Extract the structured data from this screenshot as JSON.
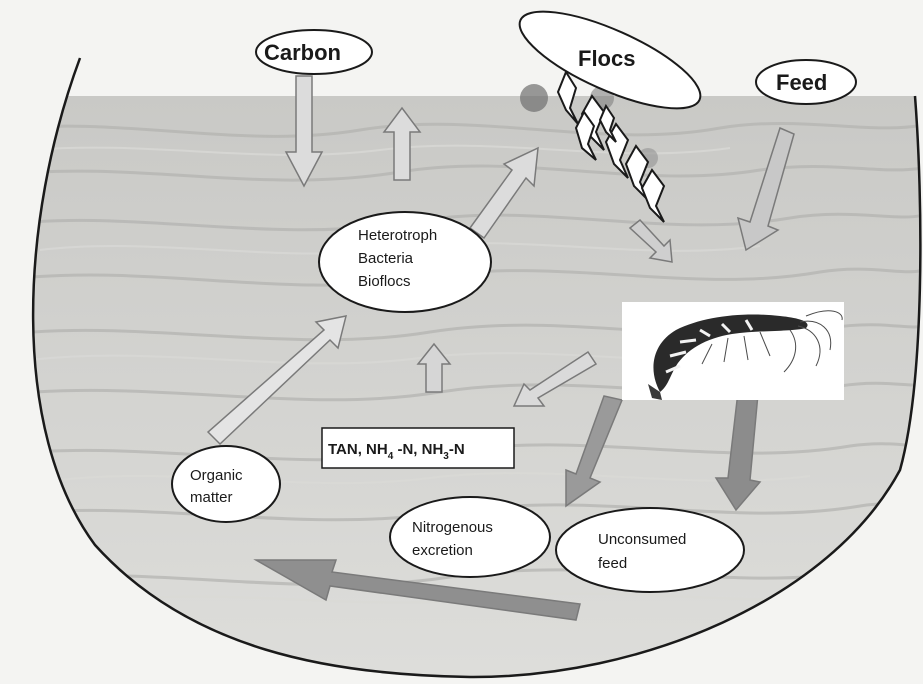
{
  "nodes": {
    "carbon": "Carbon",
    "flocs": "Flocs",
    "feed": "Feed",
    "heterotroph": [
      "Heterotroph",
      "Bacteria",
      "Bioflocs"
    ],
    "tan": {
      "a": "TAN, NH",
      "s1": "4",
      "b": " -N, NH",
      "s2": "3",
      "c": "-N"
    },
    "organic_matter": [
      "Organic",
      "matter"
    ],
    "nitrogenous_excretion": [
      "Nitrogenous",
      "excretion"
    ],
    "unconsumed_feed": [
      "Unconsumed",
      "feed"
    ]
  },
  "colors": {
    "water": "#cfcfcc",
    "water_dark": "#b8b8b5",
    "arrow_fill": "#dcdcdc",
    "arrow_dark": "#8a8a8a",
    "outline": "#1a1a1a",
    "background": "#f4f4f2"
  },
  "icons": {
    "shrimp": "shrimp-illustration",
    "flocs": "floc-particles"
  }
}
